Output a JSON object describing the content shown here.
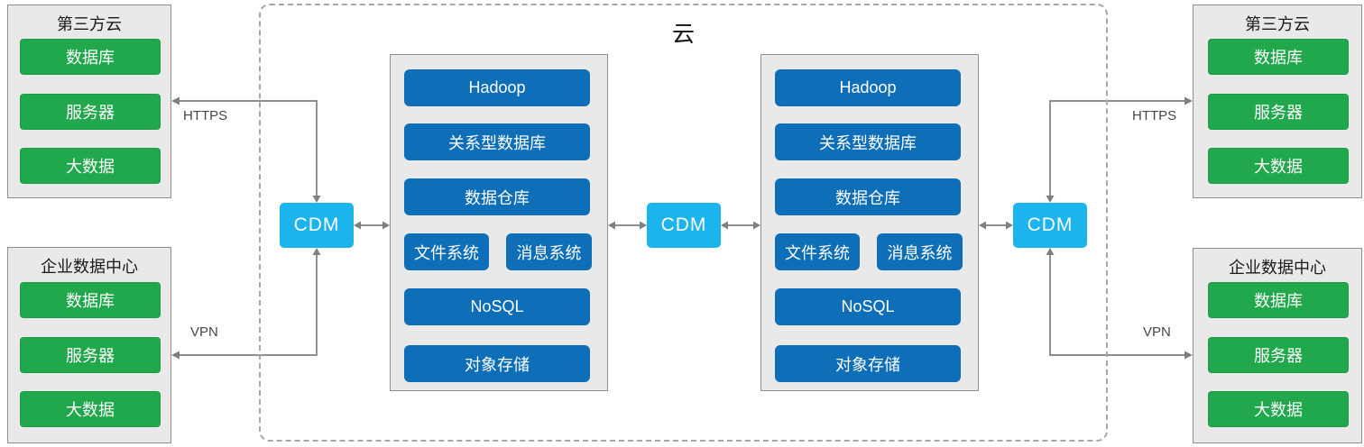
{
  "cloud": {
    "title": "云",
    "cdm_label": "CDM",
    "stack_items": {
      "hadoop": "Hadoop",
      "relational_db": "关系型数据库",
      "data_warehouse": "数据仓库",
      "file_system": "文件系统",
      "message_system": "消息系统",
      "nosql": "NoSQL",
      "object_storage": "对象存储"
    }
  },
  "third_party_cloud": {
    "title": "第三方云",
    "items": [
      "数据库",
      "服务器",
      "大数据"
    ]
  },
  "enterprise_dc": {
    "title": "企业数据中心",
    "items": [
      "数据库",
      "服务器",
      "大数据"
    ]
  },
  "links": {
    "https": "HTTPS",
    "vpn": "VPN"
  },
  "colors": {
    "green": "#21a84c",
    "blue": "#0e6eb8",
    "cyan": "#1cb4ec",
    "line": "#7f7f7f",
    "panel": "#e9e9e9",
    "panel_border": "#8f8f8f"
  }
}
